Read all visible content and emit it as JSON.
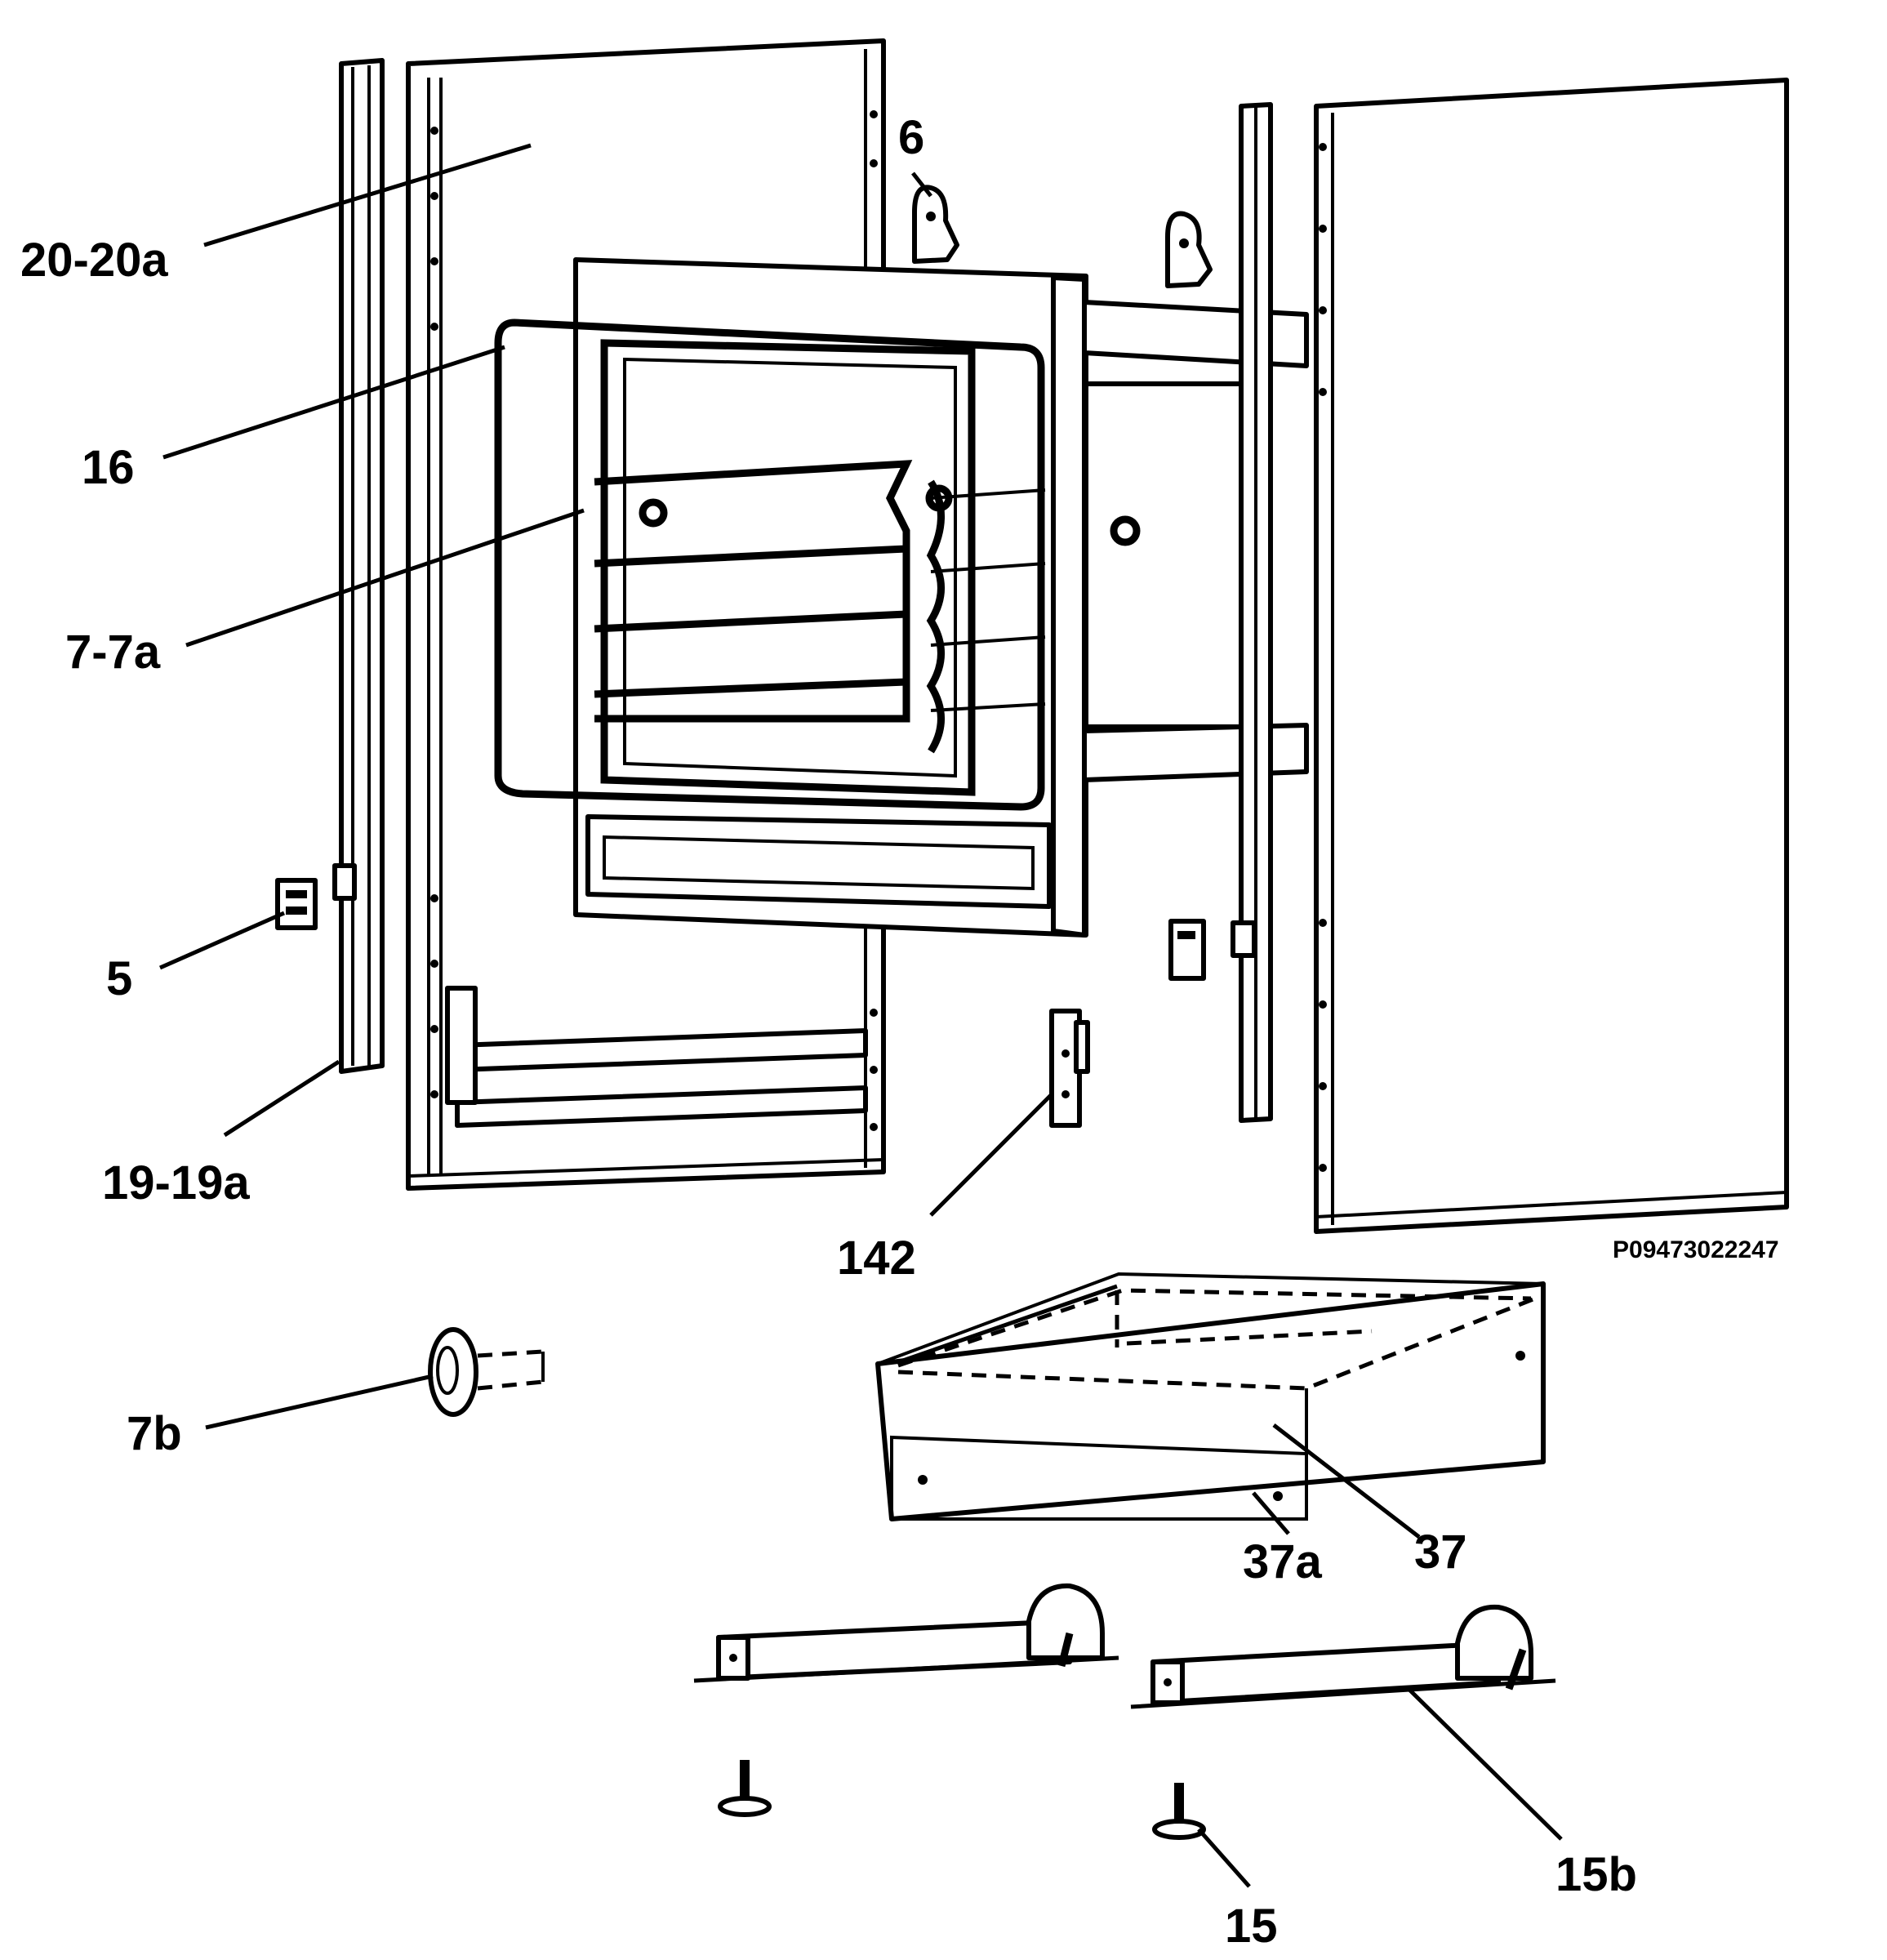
{
  "diagram": {
    "drawing_code": "P09473022247",
    "labels": {
      "l_20_20a": "20-20a",
      "l_16": "16",
      "l_7_7a": "7-7a",
      "l_5": "5",
      "l_19_19a": "19-19a",
      "l_6": "6",
      "l_142": "142",
      "l_7b": "7b",
      "l_37a": "37a",
      "l_37": "37",
      "l_15": "15",
      "l_15b": "15b"
    }
  }
}
